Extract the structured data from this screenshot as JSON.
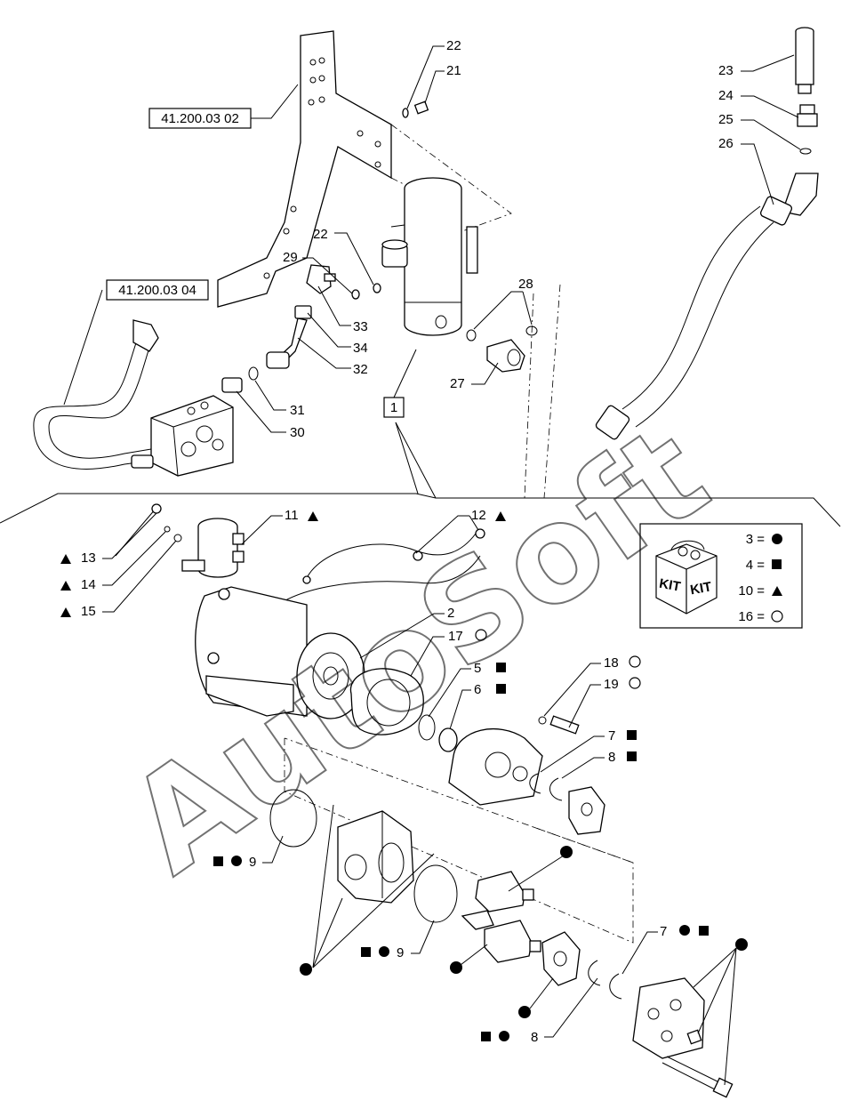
{
  "refs": {
    "r1": "41.200.03 02",
    "r2": "41.200.03 04",
    "r3": "1"
  },
  "labels": {
    "l22a": "22",
    "l21": "21",
    "l23": "23",
    "l24": "24",
    "l25": "25",
    "l26": "26",
    "l22b": "22",
    "l29": "29",
    "l33": "33",
    "l34": "34",
    "l32": "32",
    "l28": "28",
    "l27": "27",
    "l31": "31",
    "l30": "30",
    "l11": "11",
    "l12": "12",
    "l13": "13",
    "l14": "14",
    "l15": "15",
    "l2": "2",
    "l17": "17",
    "l5": "5",
    "l6": "6",
    "l18": "18",
    "l19": "19",
    "l7a": "7",
    "l8a": "8",
    "l9a": "9",
    "l9b": "9",
    "l7b": "7",
    "l8b": "8"
  },
  "kit": {
    "kit_word": "KIT",
    "rows": [
      {
        "text": "3 =",
        "symbol": "circle-filled"
      },
      {
        "text": "4 =",
        "symbol": "square-filled"
      },
      {
        "text": "10 =",
        "symbol": "triangle-filled"
      },
      {
        "text": "16 =",
        "symbol": "circle-open"
      }
    ]
  },
  "watermark": "AutoSoft",
  "symbol_names": [
    "circle-filled",
    "square-filled",
    "triangle-filled",
    "circle-open"
  ]
}
